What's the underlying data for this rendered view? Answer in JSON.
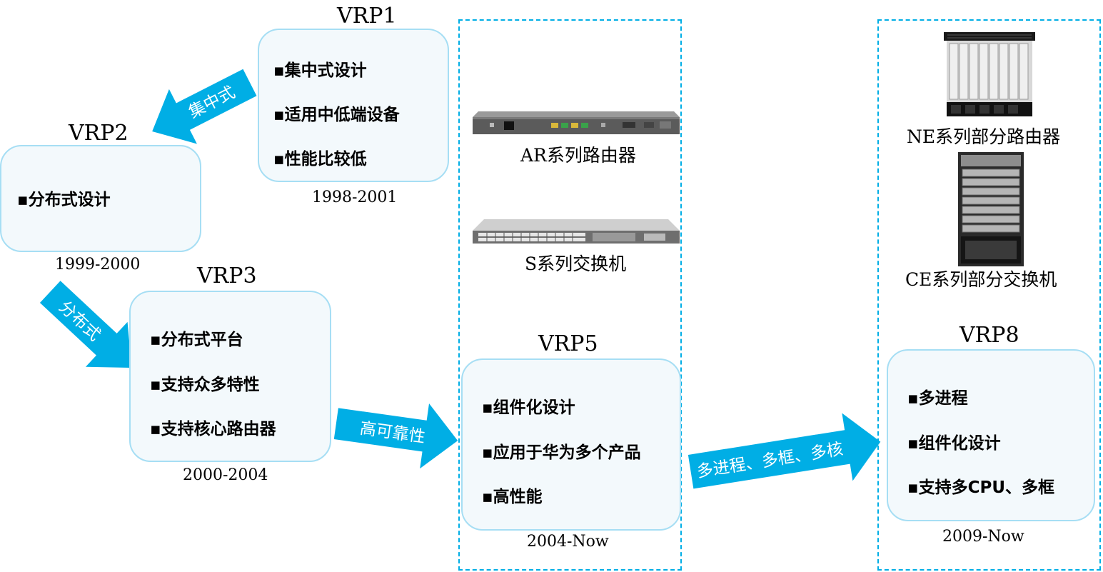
{
  "vrp1": {
    "title": "VRP1",
    "items": [
      "▪集中式设计",
      "▪适用中低端设备",
      "▪性能比较低"
    ],
    "years": "1998-2001"
  },
  "vrp2": {
    "title": "VRP2",
    "items": [
      "▪分布式设计"
    ],
    "years": "1999-2000"
  },
  "vrp3": {
    "title": "VRP3",
    "items": [
      "▪分布式平台",
      "▪支持众多特性",
      "▪支持核心路由器"
    ],
    "years": "2000-2004"
  },
  "vrp5": {
    "title": "VRP5",
    "items": [
      "▪组件化设计",
      "▪应用于华为多个产品",
      "▪高性能"
    ],
    "years": "2004-Now"
  },
  "vrp8": {
    "title": "VRP8",
    "items": [
      "▪多进程",
      "▪组件化设计",
      "▪支持多CPU、多框"
    ],
    "years": "2009-Now"
  },
  "arrows": {
    "a1": "集中式",
    "a2": "分布式",
    "a3": "高可靠性",
    "a4": "多进程、多框、多核"
  },
  "devices": {
    "ar": "AR系列路由器",
    "s": "S系列交换机",
    "ne": "NE系列部分路由器",
    "ce": "CE系列部分交换机"
  },
  "colors": {
    "arrow": "#00aee5",
    "box_border": "#a6def4",
    "box_fill": "#f3f9fc",
    "dashed_frame": "#00aee5"
  }
}
